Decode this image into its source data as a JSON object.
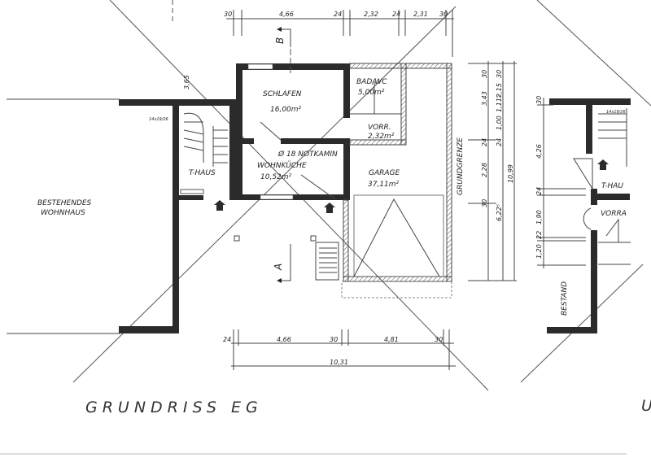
{
  "title": "GRUNDRISS EG",
  "title_partial_right": "U",
  "section_markers": {
    "a": "A",
    "b": "B"
  },
  "rooms": {
    "schlafen": {
      "name": "SCHLAFEN",
      "area": "16,00m²"
    },
    "bad": {
      "name": "BAD/WC",
      "area": "5,00m²"
    },
    "vorr": {
      "name": "VORR.",
      "area": "2,32m²"
    },
    "notkamin": "Ø 18 NOTKAMIN",
    "wohnkueche": {
      "name": "WOHNKÜCHE",
      "area": "10,52m²"
    },
    "garage": {
      "name": "GARAGE",
      "area": "37,11m²"
    },
    "thaus_left": "T-HAUS",
    "bestehendes": [
      "BESTEHENDES",
      "WOHNHAUS"
    ],
    "thaus_right": "T-HAU",
    "vorr_right": "VORRA",
    "bestand": "BESTAND",
    "grundgrenze": "GRUNDGRENZE"
  },
  "stair_notes": {
    "left": "14x19/26",
    "right": "14x19/26"
  },
  "dimensions": {
    "top": [
      "30",
      "4,66",
      "24",
      "2,32",
      "24",
      "2,31",
      "30"
    ],
    "bottom": [
      "24",
      "4,66",
      "30",
      "4,81",
      "30"
    ],
    "bottom_total": "10,31",
    "left_stair": "3,65",
    "right_a": [
      "30",
      "3,43",
      "24",
      "2,28",
      "30"
    ],
    "right_b": [
      "30",
      "2,15",
      "1,00",
      "1,11⁵",
      "24",
      "6,22⁵"
    ],
    "right_total": "10,99",
    "right_building": [
      "30",
      "4,26",
      "24",
      "1,90",
      "22",
      "1,20"
    ]
  }
}
